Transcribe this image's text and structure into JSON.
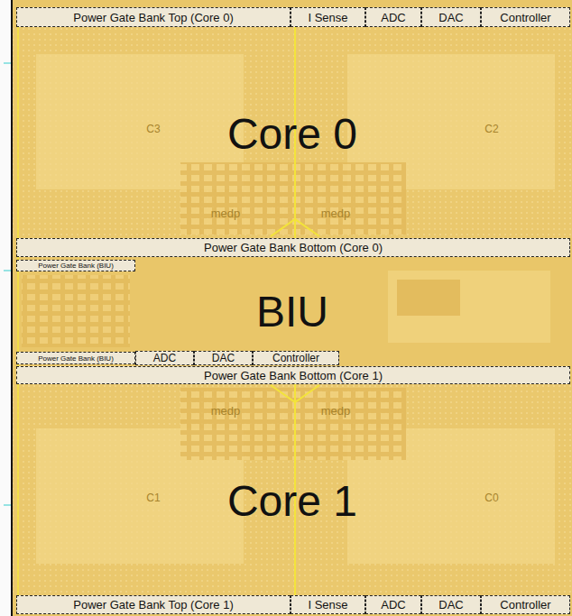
{
  "diagram": {
    "nodes": [
      {
        "text": [
          "Core 0"
        ]
      },
      {
        "text": [
          "Power Gate Bank Top (Core 0)"
        ],
        "in": 0
      },
      {
        "text": [
          "I Sense"
        ],
        "in": 0
      },
      {
        "text": [
          "ADC"
        ],
        "in": 0
      },
      {
        "text": [
          "DAC"
        ],
        "in": 0
      },
      {
        "text": [
          "Controller"
        ],
        "in": 0
      },
      {
        "text": [
          "Power Gate Bank Bottom (Core 0)"
        ],
        "in": 0
      },
      {
        "text": [
          "BIU"
        ]
      },
      {
        "text": [
          "Power Gate Bank (BIU)"
        ],
        "in": 7
      },
      {
        "text": [
          "Power Gate Bank (BIU)"
        ],
        "in": 7
      },
      {
        "text": [
          "ADC"
        ],
        "in": 7
      },
      {
        "text": [
          "DAC"
        ],
        "in": 7
      },
      {
        "text": [
          "Controller"
        ],
        "in": 7
      },
      {
        "text": [
          "Core 1"
        ]
      },
      {
        "text": [
          "Power Gate Bank Bottom (Core 1)"
        ],
        "in": 13
      },
      {
        "text": [
          "Power Gate Bank Top (Core 1)"
        ],
        "in": 13
      },
      {
        "text": [
          "I Sense"
        ],
        "in": 13
      },
      {
        "text": [
          "ADC"
        ],
        "in": 13
      },
      {
        "text": [
          "DAC"
        ],
        "in": 13
      },
      {
        "text": [
          "Controller"
        ],
        "in": 13
      }
    ],
    "labels": [
      "C3",
      "C2",
      "medp",
      "medp",
      "medp",
      "medp",
      "C1",
      "C0"
    ]
  }
}
